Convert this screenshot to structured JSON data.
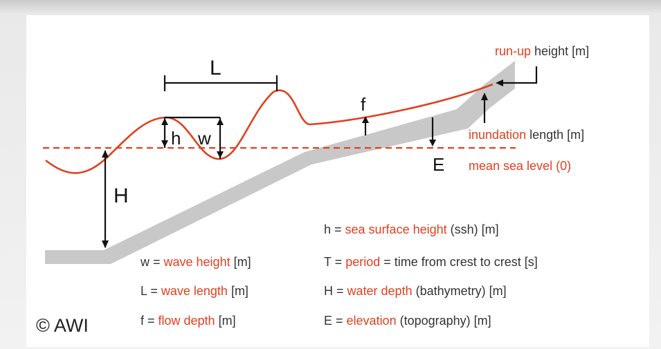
{
  "colors": {
    "accent": "#e0401f",
    "ground": "#c8c8c8",
    "text": "#333333"
  },
  "symbols": {
    "L": "L",
    "h": "h",
    "w": "w",
    "f": "f",
    "H": "H",
    "E": "E"
  },
  "labels": {
    "runup_colored": "run-up",
    "runup_rest": " height [m]",
    "inundation_colored": "inundation",
    "inundation_rest": " length [m]",
    "msl": "mean sea level (0)"
  },
  "legend_left": [
    {
      "sym": "w = ",
      "term": "wave height",
      "unit": " [m]"
    },
    {
      "sym": "L = ",
      "term": "wave length",
      "unit": " [m]"
    },
    {
      "sym": "f = ",
      "term": "flow depth",
      "unit": " [m]"
    }
  ],
  "legend_right": [
    {
      "sym": "h = ",
      "term": "sea surface height",
      "unit": " (ssh) [m]"
    },
    {
      "sym": "T = ",
      "term": "period",
      "unit": " = time from crest to crest [s]"
    },
    {
      "sym": "H = ",
      "term": "water depth",
      "unit": " (bathymetry) [m]"
    },
    {
      "sym": "E = ",
      "term": "elevation",
      "unit": " (topography) [m]"
    }
  ],
  "credit": "© AWI"
}
